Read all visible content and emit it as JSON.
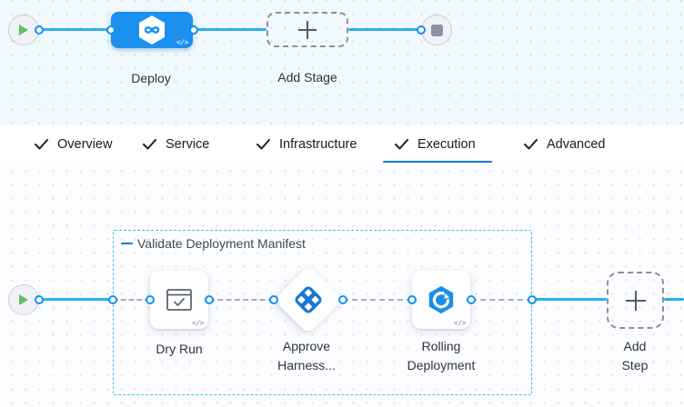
{
  "stage_pipeline": {
    "stage": {
      "name": "Deploy"
    },
    "add_stage": {
      "label": "Add Stage"
    }
  },
  "tabs": {
    "items": [
      {
        "label": "Overview"
      },
      {
        "label": "Service"
      },
      {
        "label": "Infrastructure"
      },
      {
        "label": "Execution"
      },
      {
        "label": "Advanced"
      }
    ],
    "active": "Execution"
  },
  "execution_graph": {
    "group": {
      "label": "Validate Deployment Manifest"
    },
    "steps": [
      {
        "name": "Dry Run"
      },
      {
        "name": "Approve Harness..."
      },
      {
        "name": "Rolling Deployment"
      }
    ],
    "add_step": {
      "label": "Add Step"
    }
  },
  "icons": {
    "code_glyph": "</>"
  },
  "colors": {
    "node_blue": "#1b90ee",
    "connector_blue": "#2bb0f1",
    "port_ring": "#0c93f2",
    "active_tab_underline": "#0278d5",
    "group_border": "#3cc3f0",
    "play_green": "#5dc163",
    "stop_gray": "#8e90a6",
    "approval_icon_blue": "#1976d2"
  }
}
